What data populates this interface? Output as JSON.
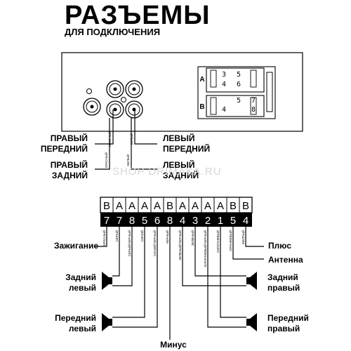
{
  "title": "РАЗЪЕМЫ",
  "subtitle": "ДЛЯ ПОДКЛЮЧЕНИЯ",
  "watermark": "SHOP DRIMAKA.RU",
  "iso_block": {
    "row_a_label": "A",
    "row_b_label": "B",
    "row_a_pins": [
      "3",
      "5",
      "4",
      "6"
    ],
    "row_b_pins": [
      "5",
      "7",
      "4",
      "8"
    ]
  },
  "rca": {
    "wire_colors": [
      "КРАСНЫЙ",
      "БЕЛЫЙ",
      "КРАСНЫЙ",
      "БЕЛЫЙ"
    ],
    "right_front": [
      "ПРАВЫЙ",
      "ПЕРЕДНИЙ"
    ],
    "right_rear": [
      "ПРАВЫЙ",
      "ЗАДНИЙ"
    ],
    "left_front": [
      "ЛЕВЫЙ",
      "ПЕРЕДНИЙ"
    ],
    "left_rear": [
      "ЛЕВЫЙ",
      "ЗАДНИЙ"
    ]
  },
  "connector": {
    "groups": [
      "B",
      "A",
      "A",
      "A",
      "A",
      "B",
      "A",
      "A",
      "A",
      "A",
      "B",
      "B"
    ],
    "pins": [
      "7",
      "7",
      "8",
      "5",
      "6",
      "8",
      "4",
      "3",
      "2",
      "1",
      "5",
      "4"
    ],
    "wires": [
      "КРАСНЫЙ",
      "СЕРЫЙ",
      "СЕРЫЙ/ЧЕРНЫЙ",
      "СИНИЙ",
      "СИНИЙ/ЧЕРНЫЙ",
      "ЧЕРНЫЙ",
      "ЗЕЛЕНЫЙ/ЧЕРНЫЙ",
      "ЗЕЛЕНЫЙ",
      "КОРИЧНЕВЫЙ/ЧЕРНЫЙ",
      "КОРИЧНЕВЫЙ",
      "ОРАНЖЕВЫЙ",
      "ЖЕЛТЫЙ"
    ]
  },
  "labels": {
    "ignition": "Зажигание",
    "plus": "Плюс",
    "antenna": "Антенна",
    "rear_left": [
      "Задний",
      "левый"
    ],
    "rear_right": [
      "Задний",
      "правый"
    ],
    "front_left": [
      "Передний",
      "левый"
    ],
    "front_right": [
      "Передний",
      "правый"
    ],
    "minus": "Минус"
  }
}
